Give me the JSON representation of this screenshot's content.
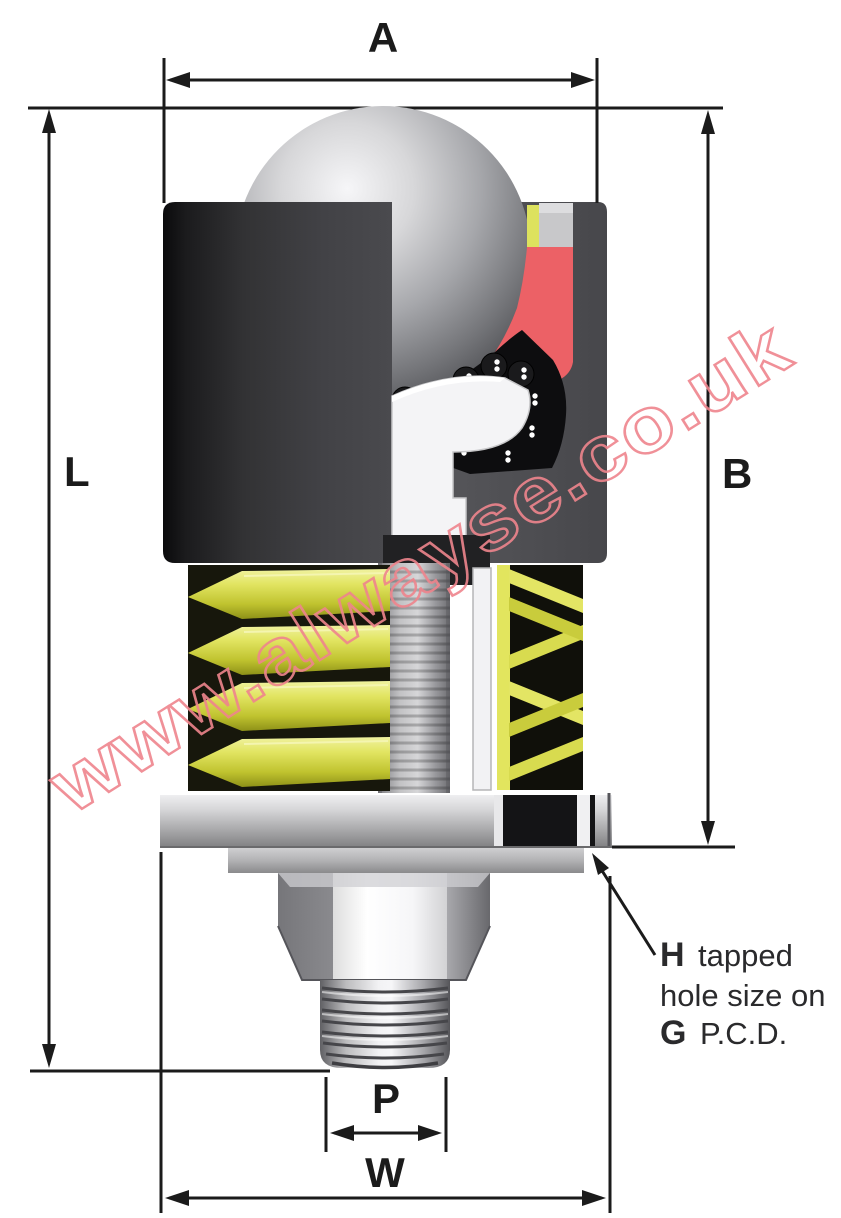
{
  "diagram": {
    "type": "technical-drawing",
    "subject": "ball-transfer-unit-cross-section",
    "dimension_labels": {
      "a": "A",
      "l": "L",
      "b": "B",
      "p": "P",
      "w": "W"
    },
    "annotation": {
      "h_bold": "H",
      "h_rest": "tapped",
      "line2": "hole size on",
      "g_bold": "G",
      "g_rest": "P.C.D."
    },
    "watermark": "www.alwayse.co.uk",
    "colors": {
      "dimension_line": "#1b1b1b",
      "watermark_pink": "#ef858d",
      "seal_red": "#ec6166",
      "spring_yellow": "#dfe25c",
      "housing_dark": "#343436",
      "metal_silver": "#c9c9cb",
      "background": "#ffffff"
    }
  }
}
